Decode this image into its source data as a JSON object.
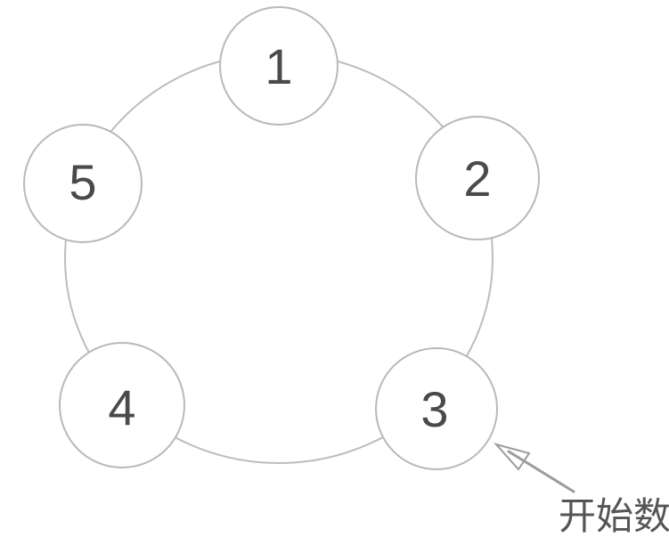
{
  "diagram": {
    "description": "five children standing in a circle, counting starts at child 3",
    "nodes": [
      {
        "label": "1"
      },
      {
        "label": "2"
      },
      {
        "label": "3"
      },
      {
        "label": "4"
      },
      {
        "label": "5"
      }
    ],
    "annotation": {
      "label": "开始数"
    },
    "colors": {
      "background": "#ffffff",
      "ring": "#bdbdbd",
      "node_border": "#b9b9b9",
      "node_fill": "#ffffff",
      "number_text": "#4a4a4a",
      "arrow": "#9c9c9c",
      "annotation_text": "#555555"
    }
  }
}
